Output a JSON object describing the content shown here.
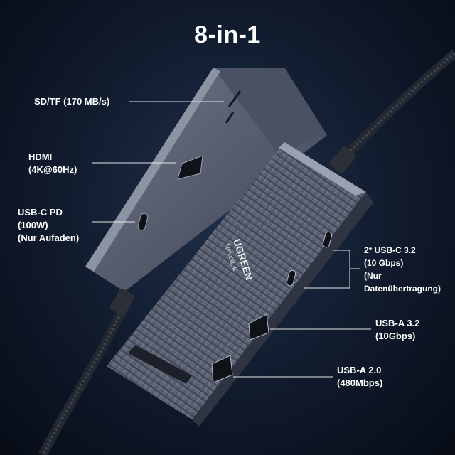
{
  "title": "8-in-1",
  "colors": {
    "background": "#101a2c",
    "hub_body": "#5f6676",
    "hub_dark": "#3a4050",
    "cable": "#2a2e36",
    "label_text": "#ffffff",
    "leader_line": "#e6e6e6"
  },
  "device_text": {
    "brand": "UGREEN",
    "model": "Revodok"
  },
  "ports": [
    {
      "id": "sdtf",
      "lines": [
        "SD/TF (170 MB/s)"
      ]
    },
    {
      "id": "hdmi",
      "lines": [
        "HDMI",
        "(4K@60Hz)"
      ]
    },
    {
      "id": "usbc_pd",
      "lines": [
        "USB-C PD",
        "(100W)",
        "(Nur Aufaden)"
      ]
    },
    {
      "id": "usbc32",
      "lines": [
        "2* USB-C 3.2",
        "(10 Gbps)",
        "(Nur",
        "Datenübertragung)"
      ]
    },
    {
      "id": "usba32",
      "lines": [
        "USB-A 3.2",
        "(10Gbps)"
      ]
    },
    {
      "id": "usba20",
      "lines": [
        "USB-A 2.0",
        "(480Mbps)"
      ]
    }
  ]
}
